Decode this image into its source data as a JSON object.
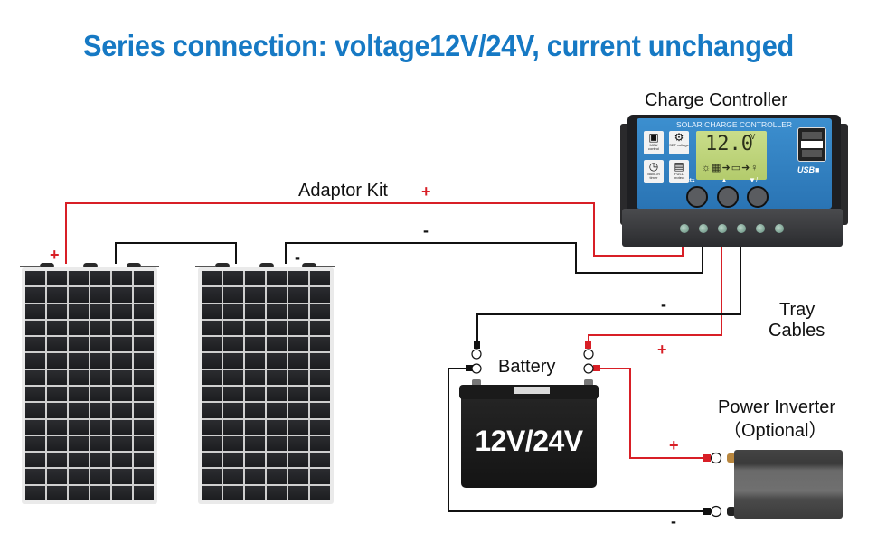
{
  "title": "Series connection: voltage12V/24V, current unchanged",
  "labels": {
    "charge_controller": "Charge Controller",
    "adaptor_kit": "Adaptor Kit",
    "tray_cables_line1": "Tray",
    "tray_cables_line2": "Cables",
    "battery": "Battery",
    "power_inverter": "Power Inverter",
    "power_inverter_optional": "（Optional）"
  },
  "signs": {
    "plus": "+",
    "minus": "-"
  },
  "controller": {
    "face_title": "SOLAR CHARGE CONTROLLER",
    "display_value": "12.0",
    "display_unit": "V",
    "flow_icons": "☼▦➜▭➜♀",
    "feature_icons": [
      {
        "glyph": "▣",
        "label": "MCU control"
      },
      {
        "glyph": "⚙",
        "label": "SET voltage"
      },
      {
        "glyph": "◷",
        "label": "Build-in timer"
      },
      {
        "glyph": "▤",
        "label": "FULL protect"
      }
    ],
    "button_symbols": [
      "⇆",
      "▲",
      "▼/"
    ],
    "usb_label": "USB■"
  },
  "battery": {
    "rating": "12V/24V"
  },
  "colors": {
    "title_blue": "#1679c4",
    "positive_wire": "#d81f26",
    "negative_wire": "#111111"
  }
}
